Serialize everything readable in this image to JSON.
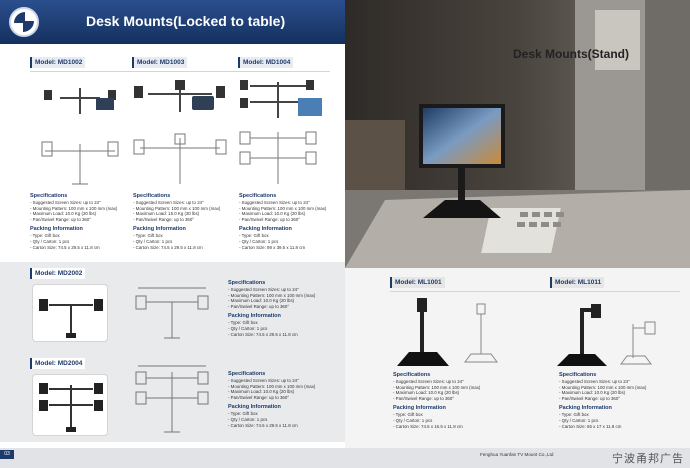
{
  "left": {
    "title": "Desk Mounts(Locked to table)",
    "page_number": "03",
    "models_top": [
      {
        "tag": "Model: MD1002",
        "spec_head": "Specifications",
        "specs": [
          "- Suggested Screen Sizes: up to 24\"",
          "- Mounting Pattern: 100 mm x 100 mm (max)",
          "- Maximum Load: 10.0 Kg (20 lbs)",
          "- Pan/Swivel Range: up to 360°"
        ],
        "pack_head": "Packing Information",
        "pack": [
          "- Type: Gift box",
          "- Qty / Carton: 1 pcs",
          "- Carton Size: 74.5 x 29.5 x 11.8 cm"
        ]
      },
      {
        "tag": "Model: MD1003",
        "spec_head": "Specifications",
        "specs": [
          "- Suggested Screen Sizes: up to 24\"",
          "- Mounting Pattern: 100 mm x 100 mm (max)",
          "- Maximum Load: 15.0 Kg (30 lbs)",
          "- Pan/Swivel Range: up to 360°"
        ],
        "pack_head": "Packing Information",
        "pack": [
          "- Type: Gift box",
          "- Qty / Carton: 1 pcs",
          "- Carton Size: 74.5 x 29.5 x 11.8 cm"
        ]
      },
      {
        "tag": "Model: MD1004",
        "spec_head": "Specifications",
        "specs": [
          "- Suggested Screen Sizes: up to 24\"",
          "- Mounting Pattern: 100 mm x 100 mm (max)",
          "- Maximum Load: 10.0 Kg (20 lbs)",
          "- Pan/Swivel Range: up to 360°"
        ],
        "pack_head": "Packing Information",
        "pack": [
          "- Type: Gift box",
          "- Qty / Carton: 1 pcs",
          "- Carton Size: 98 x 39.5 x 11.8 cm"
        ]
      }
    ],
    "models_bottom": [
      {
        "tag": "Model: MD2002",
        "spec_head": "Specifications",
        "specs": [
          "- Suggested Screen Sizes: up to 24\"",
          "- Mounting Pattern: 100 mm x 100 mm (max)",
          "- Maximum Load: 10.0 Kg (20 lbs)",
          "- Pan/Swivel Range: up to 360°"
        ],
        "pack_head": "Packing Information",
        "pack": [
          "- Type: Gift box",
          "- Qty / Carton: 1 pcs",
          "- Carton Size: 74.5 x 29.5 x 11.8 cm"
        ]
      },
      {
        "tag": "Model: MD2004",
        "spec_head": "Specifications",
        "specs": [
          "- Suggested Screen Sizes: up to 24\"",
          "- Mounting Pattern: 100 mm x 100 mm (max)",
          "- Maximum Load: 10.0 Kg (20 lbs)",
          "- Pan/Swivel Range: up to 360°"
        ],
        "pack_head": "Packing Information",
        "pack": [
          "- Type: Gift box",
          "- Qty / Carton: 1 pcs",
          "- Carton Size: 74.5 x 29.5 x 11.8 cm"
        ]
      }
    ]
  },
  "right": {
    "title": "Desk Mounts(Stand)",
    "company": "Fenghua Yuanfan TV Mount Co.,Ltd",
    "watermark": "宁波甬邦广告",
    "models": [
      {
        "tag": "Model: ML1001",
        "spec_head": "Specifications",
        "specs": [
          "- Suggested Screen Sizes: up to 24\"",
          "- Mounting Pattern: 100 mm x 100 mm (max)",
          "- Maximum Load: 10.0 Kg (20 lbs)",
          "- Pan/Swivel Range: up to 360°"
        ],
        "pack_head": "Packing Information",
        "pack": [
          "- Type: Gift box",
          "- Qty / Carton: 1 pcs",
          "- Carton Size: 74.5 x 16.5 x 11.8 cm"
        ]
      },
      {
        "tag": "Model: ML1011",
        "spec_head": "Specifications",
        "specs": [
          "- Suggested Screen Sizes: up to 24\"",
          "- Mounting Pattern: 100 mm x 100 mm (max)",
          "- Maximum Load: 10.0 Kg (20 lbs)",
          "- Pan/Swivel Range: up to 360°"
        ],
        "pack_head": "Packing Information",
        "pack": [
          "- Type: Gift box",
          "- Qty / Carton: 1 pcs",
          "- Carton Size: 65 x 17 x 11.8 cm"
        ]
      }
    ]
  },
  "colors": {
    "brand": "#1d3a6b",
    "panel": "#e9eaec"
  }
}
